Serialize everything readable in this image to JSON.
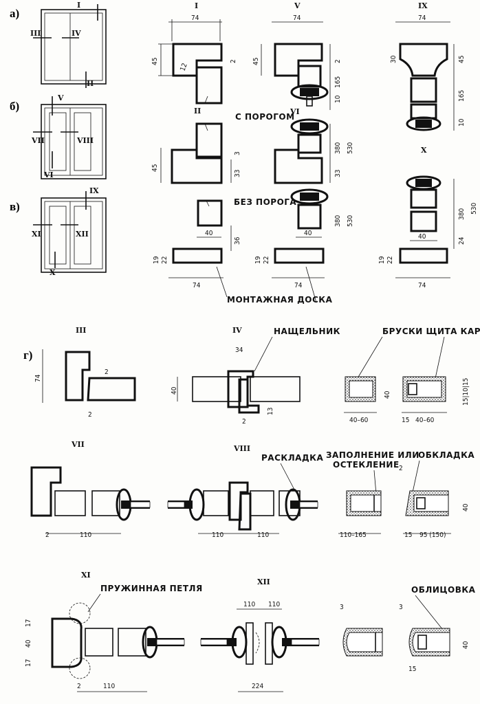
{
  "panels": {
    "a": "а)",
    "b": "б)",
    "v": "в)",
    "g": "г)"
  },
  "sections": {
    "I": "I",
    "II": "II",
    "III": "III",
    "IV": "IV",
    "V": "V",
    "VI": "VI",
    "VII": "VII",
    "VIII": "VIII",
    "IX": "IX",
    "X": "X",
    "XI": "XI",
    "XII": "XII"
  },
  "labels": {
    "s_porogom": "С ПОРОГОМ",
    "bez_poroga": "БЕЗ ПОРОГА",
    "montazhnaya_doska": "МОНТАЖНАЯ ДОСКА",
    "nashchelnik": "НАЩЕЛЬНИК",
    "bruski": "БРУСКИ ЩИТА КАРКАСА",
    "raskladka": "РАСКЛАДКА",
    "zapolnenie1": "ЗАПОЛНЕНИЕ ИЛИ",
    "zapolnenie2": "ОСТЕКЛЕНИЕ",
    "obkladka": "ОБКЛАДКА",
    "petlya": "ПРУЖИННАЯ ПЕТЛЯ",
    "oblitsovka": "ОБЛИЦОВКА"
  },
  "dims": {
    "d74": "74",
    "d45": "45",
    "d12": "12",
    "d2": "2",
    "d3": "3",
    "d33": "33",
    "d40": "40",
    "d36": "36",
    "d19": "19",
    "d22": "22",
    "d165": "165",
    "d10": "10",
    "d380": "380",
    "d530": "530",
    "d30": "30",
    "d24": "24",
    "d34": "34",
    "d13": "13",
    "d40_60": "40–60",
    "d15": "15",
    "d15_10_15": "15|10|15",
    "d110": "110",
    "d110_165": "110–165",
    "d95": "95 (150)",
    "d17": "17",
    "d224": "224"
  }
}
